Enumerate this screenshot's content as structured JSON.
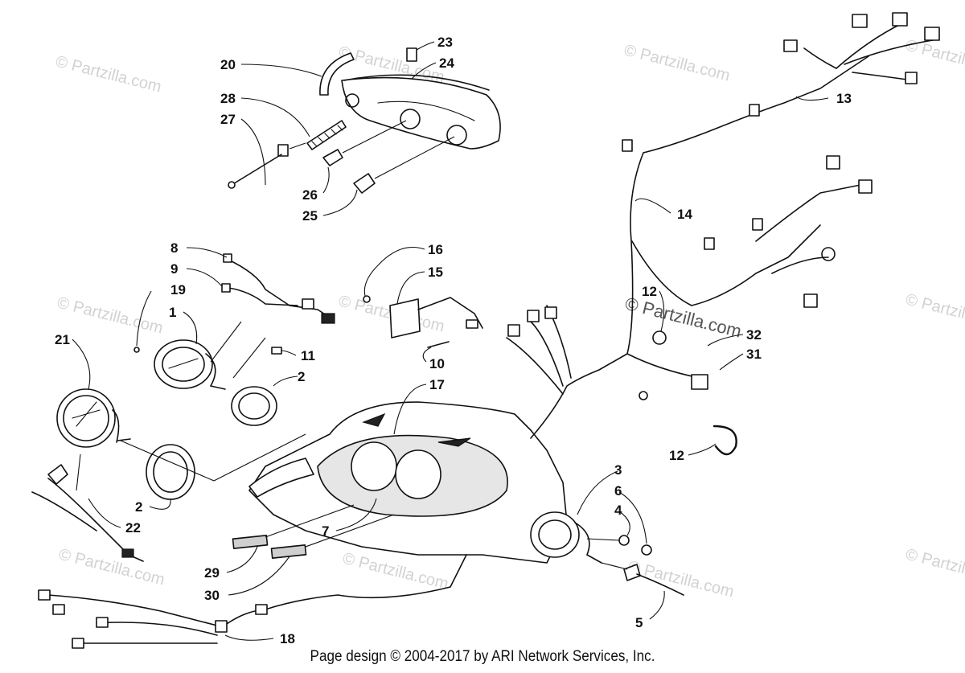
{
  "watermark": "© Partzilla.com",
  "footer": "Page design © 2004-2017 by ARI Network Services, Inc.",
  "callouts": [
    "1",
    "2",
    "2",
    "3",
    "4",
    "5",
    "6",
    "7",
    "8",
    "9",
    "10",
    "11",
    "12",
    "12",
    "13",
    "14",
    "15",
    "16",
    "17",
    "18",
    "19",
    "20",
    "21",
    "22",
    "23",
    "24",
    "25",
    "26",
    "27",
    "28",
    "29",
    "30",
    "31",
    "32"
  ]
}
